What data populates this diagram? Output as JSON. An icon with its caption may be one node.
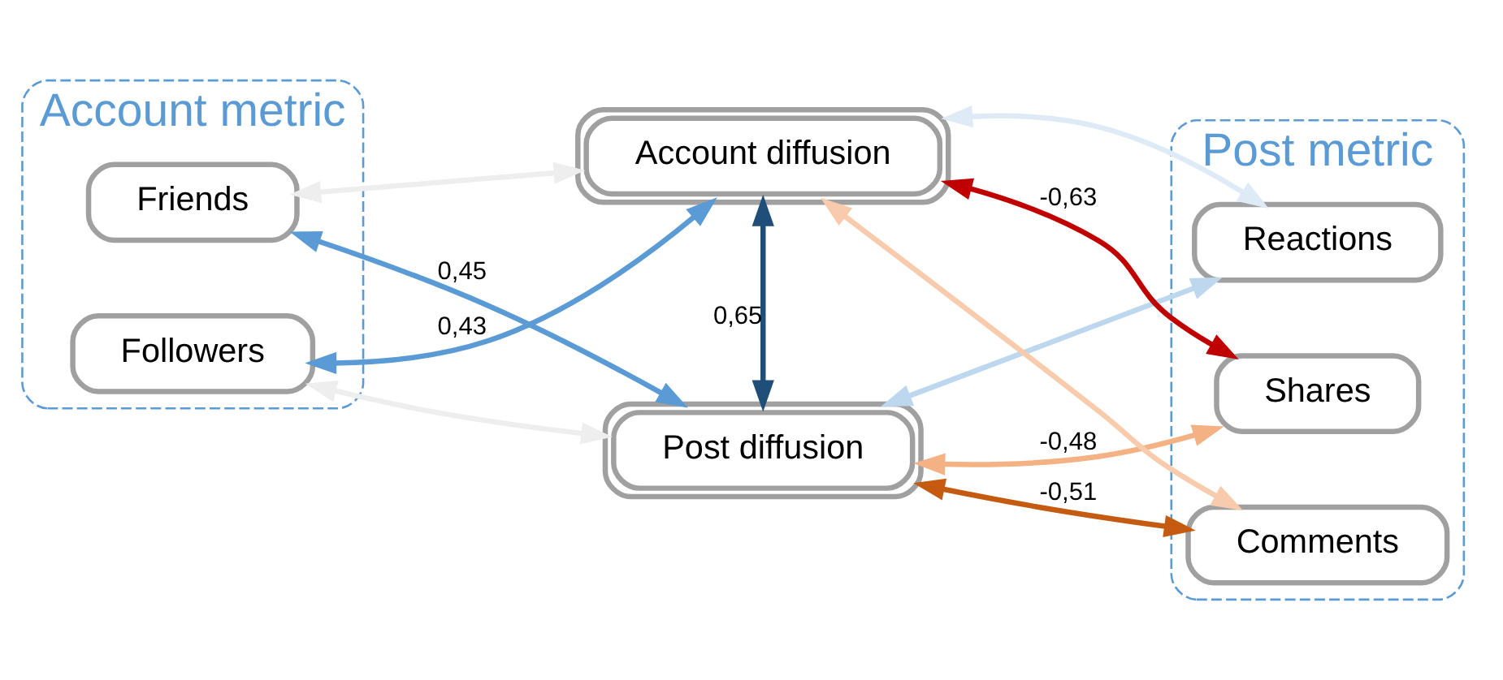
{
  "diagram": {
    "nodes": [
      {
        "text": [
          "Account metric"
        ]
      },
      {
        "text": [
          "Friends"
        ],
        "in": 0
      },
      {
        "text": [
          "Followers"
        ],
        "in": 0
      },
      {
        "text": [
          "Post diffusion"
        ]
      },
      {
        "text": [
          "Account diffusion"
        ]
      },
      {
        "text": [
          "Post metric"
        ]
      },
      {
        "text": [
          "Reactions"
        ],
        "in": 5
      },
      {
        "text": [
          "Shares"
        ],
        "in": 5
      },
      {
        "text": [
          "Comments"
        ],
        "in": 5
      }
    ],
    "edges": [
      {
        "from": 3,
        "to": 1,
        "arrow": "both",
        "label": "0,45",
        "color": "#5b9bd5"
      },
      {
        "from": 1,
        "to": 4,
        "arrow": "both",
        "color": "#eeeeee"
      },
      {
        "from": 2,
        "to": 3,
        "arrow": "both",
        "color": "#eeeeee"
      },
      {
        "from": 4,
        "to": 2,
        "arrow": "both",
        "label": "0,43",
        "color": "#5b9bd5"
      },
      {
        "from": 3,
        "to": 4,
        "arrow": "both",
        "label": "0,65",
        "color": "#1f4e79"
      },
      {
        "from": 3,
        "to": 6,
        "arrow": "both",
        "color": "#bdd7ee"
      },
      {
        "from": 3,
        "to": 7,
        "arrow": "both",
        "label": "-0,48",
        "color": "#f4b183"
      },
      {
        "from": 3,
        "to": 8,
        "arrow": "both",
        "label": "-0,51",
        "color": "#c55a11"
      },
      {
        "from": 4,
        "to": 6,
        "arrow": "both",
        "color": "#deebf7"
      },
      {
        "from": 4,
        "to": 7,
        "arrow": "both",
        "label": "-0,63",
        "color": "#c00000"
      },
      {
        "from": 4,
        "to": 8,
        "arrow": "both",
        "color": "#f8cbad"
      }
    ]
  }
}
